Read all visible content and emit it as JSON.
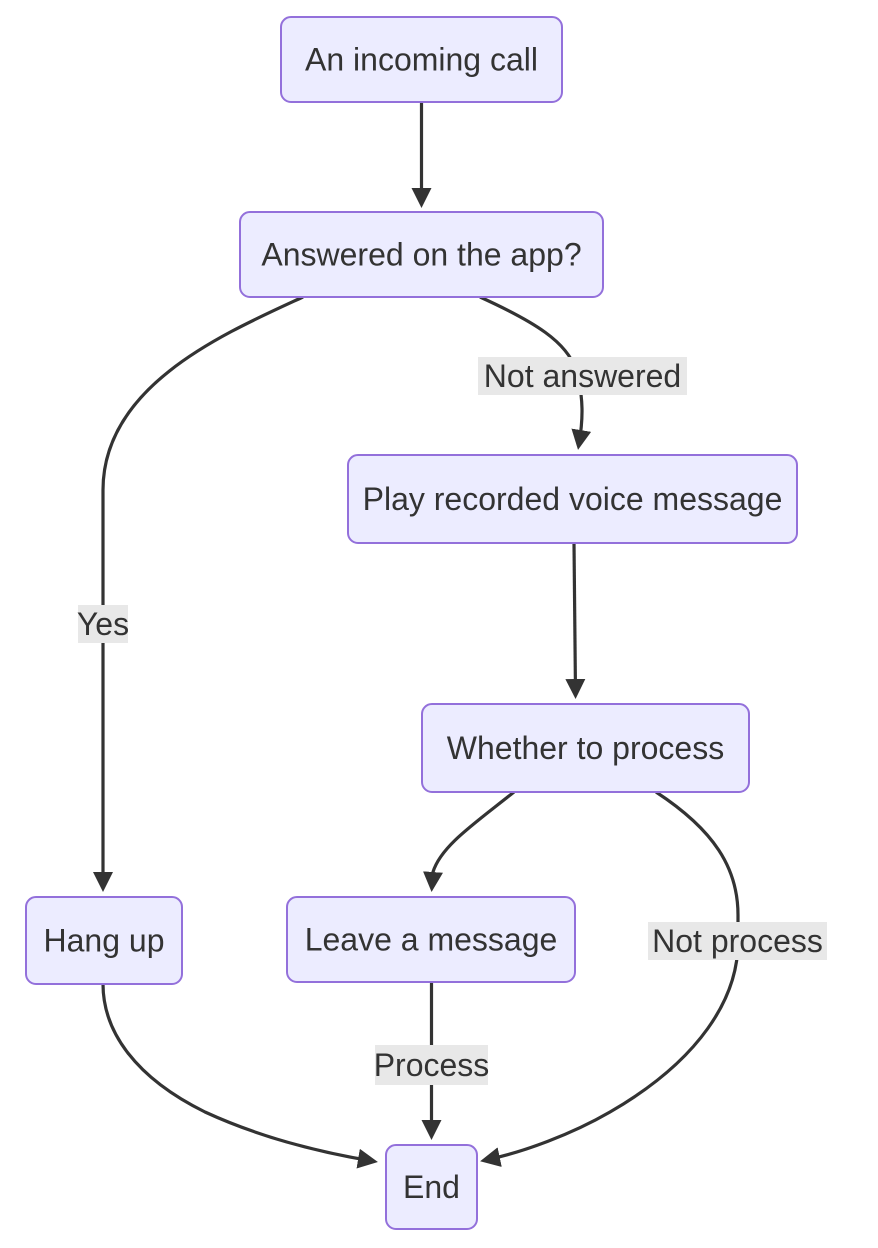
{
  "diagram": {
    "type": "flowchart",
    "direction": "top-down",
    "colors": {
      "background": "#FFFFFF",
      "node_fill": "#ECECFF",
      "node_border": "#9370DB",
      "text": "#333333",
      "edge": "#333333",
      "edge_label_bg": "#E8E8E8"
    },
    "nodes": [
      {
        "id": "incoming",
        "label": "An incoming call"
      },
      {
        "id": "answered",
        "label": "Answered on the app?"
      },
      {
        "id": "play",
        "label": "Play recorded voice message"
      },
      {
        "id": "whether",
        "label": "Whether to process"
      },
      {
        "id": "hangup",
        "label": "Hang up"
      },
      {
        "id": "leave",
        "label": "Leave a message"
      },
      {
        "id": "end",
        "label": "End"
      }
    ],
    "edges": [
      {
        "from": "incoming",
        "to": "answered",
        "label": ""
      },
      {
        "from": "answered",
        "to": "hangup",
        "label": "Yes"
      },
      {
        "from": "answered",
        "to": "play",
        "label": "Not answered"
      },
      {
        "from": "play",
        "to": "whether",
        "label": ""
      },
      {
        "from": "whether",
        "to": "leave",
        "label": ""
      },
      {
        "from": "whether",
        "to": "end",
        "label": "Not process"
      },
      {
        "from": "leave",
        "to": "end",
        "label": "Process"
      },
      {
        "from": "hangup",
        "to": "end",
        "label": ""
      }
    ]
  }
}
